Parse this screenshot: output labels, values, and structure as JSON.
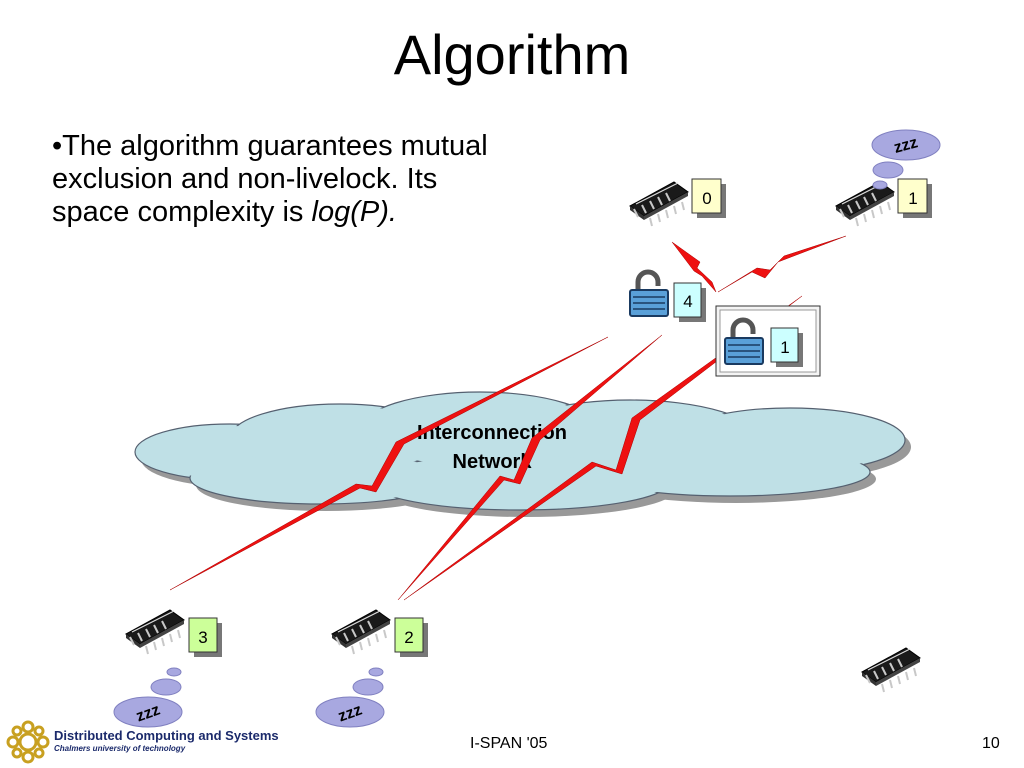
{
  "slide": {
    "title": "Algorithm",
    "bullet_prefix": "•The algorithm guarantees mutual exclusion and non-livelock. Its space complexity is ",
    "bullet_italic": "log(P).",
    "cloud_label_line1": "Interconnection",
    "cloud_label_line2": "Network",
    "sleep_label": "zzz"
  },
  "nodes": {
    "p0_label": "0",
    "p1_label": "1",
    "p2_label": "2",
    "p3_label": "3",
    "lock_a_label": "4",
    "lock_b_label": "1"
  },
  "footer": {
    "org_name": "Distributed Computing and Systems",
    "org_sub": "Chalmers university of technology",
    "event": "I-SPAN '05",
    "page": "10"
  },
  "colors": {
    "cloud_fill": "#bfe0e6",
    "bolt": "#ee1111",
    "note_yellow": "#ffffcc",
    "note_green": "#ccff99",
    "note_cyan": "#ccffff",
    "lock_blue": "#5aa0d8",
    "sleep_bubble": "#a8a8e0"
  }
}
